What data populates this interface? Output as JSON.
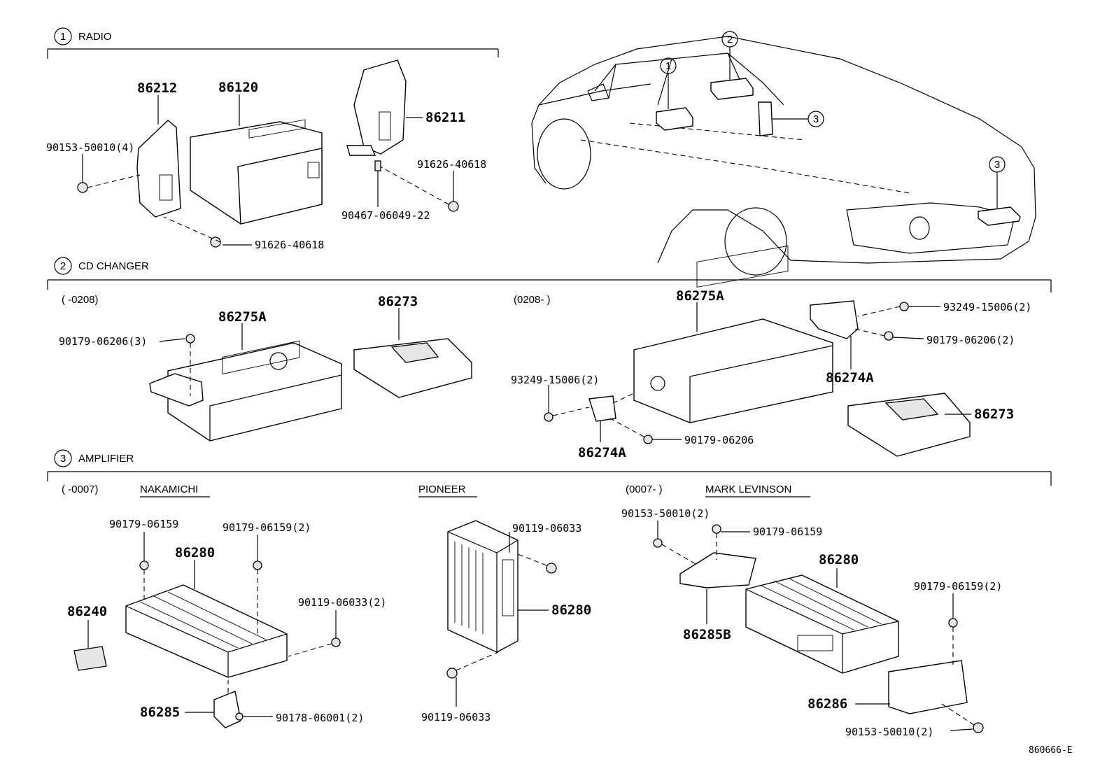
{
  "sections": {
    "radio": {
      "num": "1",
      "title": "RADIO"
    },
    "cd_changer": {
      "num": "2",
      "title": "CD CHANGER"
    },
    "amplifier": {
      "num": "3",
      "title": "AMPLIFIER"
    }
  },
  "radio_parts": {
    "p86212": "86212",
    "p86120": "86120",
    "p86211": "86211",
    "screw_left": "90153-50010(4)",
    "bolt_right": "91626-40618",
    "bolt_bottom": "91626-40618",
    "pin": "90467-06049-22"
  },
  "car": {
    "callout1": "1",
    "callout2": "2",
    "callout3a": "3",
    "callout3b": "3"
  },
  "cd_parts": {
    "range_left": "(      -0208)",
    "range_right": "(0208-       )",
    "l_86275A": "86275A",
    "l_86273": "86273",
    "l_nut": "90179-06206(3)",
    "r_86275A": "86275A",
    "r_screw_top": "93249-15006(2)",
    "r_nut_top": "90179-06206(2)",
    "r_86274A_top": "86274A",
    "r_86273": "86273",
    "r_screw_left": "93249-15006(2)",
    "r_nut_bottom": "90179-06206",
    "r_86274A_bottom": "86274A"
  },
  "amp_parts": {
    "range_left": "(      -0007)",
    "nakamichi": "NAKAMICHI",
    "pioneer": "PIONEER",
    "range_right": "(0007-       )",
    "mark_levinson": "MARK LEVINSON",
    "n_nut1": "90179-06159",
    "n_nut2": "90179-06159(2)",
    "n_86280": "86280",
    "n_86240": "86240",
    "n_bolt": "90119-06033(2)",
    "n_86285": "86285",
    "n_nut3": "90178-06001(2)",
    "p_bolt_top": "90119-06033",
    "p_86280": "86280",
    "p_bolt_bottom": "90119-06033",
    "m_screw_top": "90153-50010(2)",
    "m_nut_top": "90179-06159",
    "m_86280": "86280",
    "m_86285B": "86285B",
    "m_nut_right": "90179-06159(2)",
    "m_86286": "86286",
    "m_screw_bottom": "90153-50010(2)"
  },
  "footer_code": "860666-E"
}
